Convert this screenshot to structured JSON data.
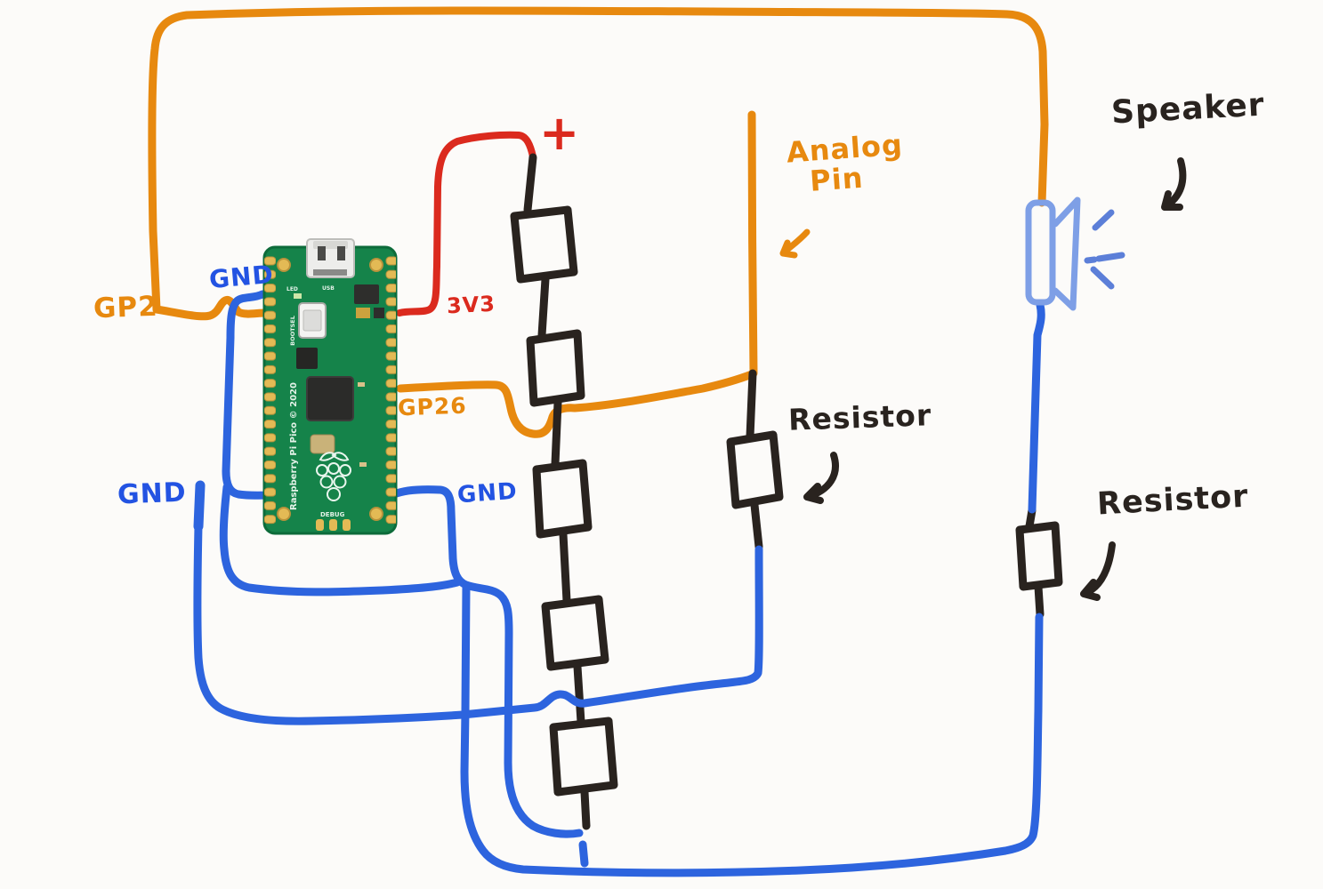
{
  "labels": {
    "gp2": "GP2",
    "gnd_top": "GND",
    "gnd_left": "GND",
    "gnd_right": "GND",
    "v33": "3V3",
    "gp26": "GP26",
    "analog_line1": "Analog",
    "analog_line2": "Pin",
    "plus": "+",
    "speaker": "Speaker",
    "resistor_mid": "Resistor",
    "resistor_right": "Resistor"
  },
  "board": {
    "name_line": "Raspberry Pi Pico © 2020",
    "bootsel": "BOOTSEL",
    "debug": "DEBUG",
    "led": "LED",
    "usb": "USB"
  },
  "colors": {
    "orange": "#E7890F",
    "red": "#DB2A1E",
    "blue": "#2D64DE",
    "light_blue": "#7E9FE6",
    "dash_blue": "#5C7FD8",
    "label_blue": "#2353E2",
    "black": "#29231F",
    "pcb": "#15834A",
    "pcb_edge": "#0D6B3A",
    "gold": "#E3BA55",
    "gold_dark": "#B8923B"
  }
}
